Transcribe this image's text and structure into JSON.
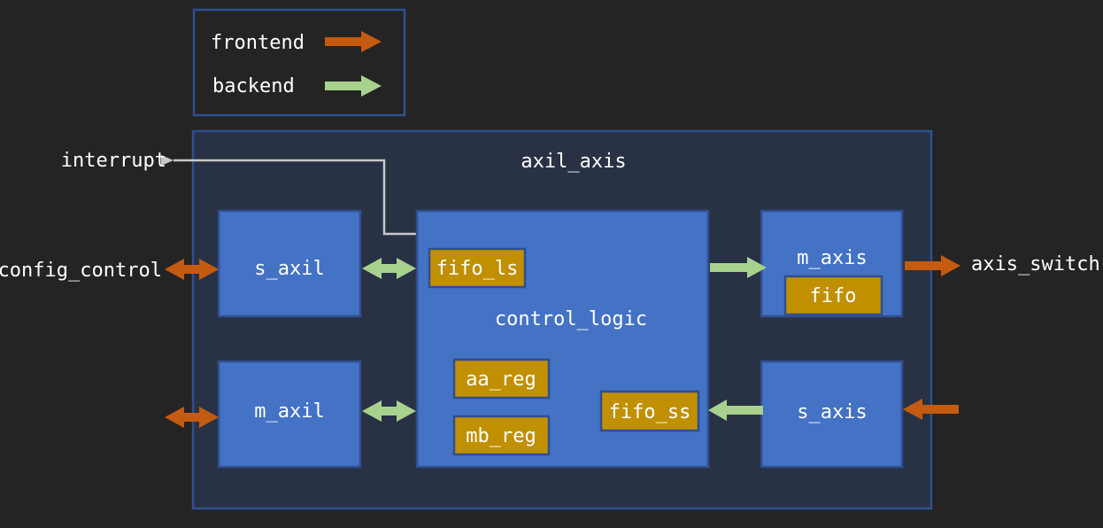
{
  "legend": {
    "frontend_label": "frontend",
    "backend_label": "backend"
  },
  "container": {
    "title": "axil_axis"
  },
  "blocks": {
    "s_axil": "s_axil",
    "m_axil": "m_axil",
    "control_logic": "control_logic",
    "m_axis": "m_axis",
    "s_axis": "s_axis"
  },
  "registers": {
    "fifo_ls": "fifo_ls",
    "aa_reg": "aa_reg",
    "mb_reg": "mb_reg",
    "fifo_ss": "fifo_ss",
    "fifo": "fifo"
  },
  "external": {
    "interrupt": "interrupt",
    "config_control": "config_control",
    "axis_switch": "axis_switch"
  },
  "colors": {
    "background": "#242424",
    "container_fill": "#293245",
    "border": "#2f4f8f",
    "block_fill": "#4472c4",
    "register_fill": "#c09000",
    "frontend_arrow": "#c55a11",
    "backend_arrow": "#a9d18e",
    "interrupt_line": "#c8c8c8",
    "text": "#ffffff"
  }
}
